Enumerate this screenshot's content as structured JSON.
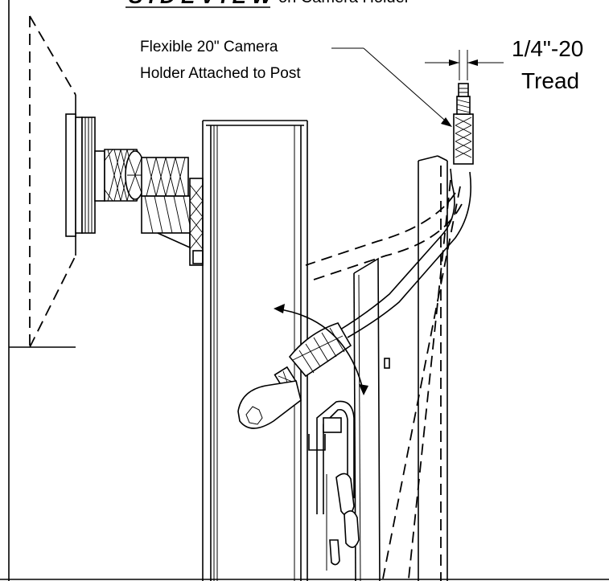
{
  "header": {
    "view_title": "S I D E  V I E W",
    "view_suffix": "on Camera Holder"
  },
  "callouts": {
    "holder_line1": "Flexible  20\" Camera",
    "holder_line2": "Holder Attached to Post",
    "thread_size": "1/4\"-20",
    "thread_word": "Tread"
  },
  "colors": {
    "line": "#000000",
    "background": "#ffffff"
  }
}
